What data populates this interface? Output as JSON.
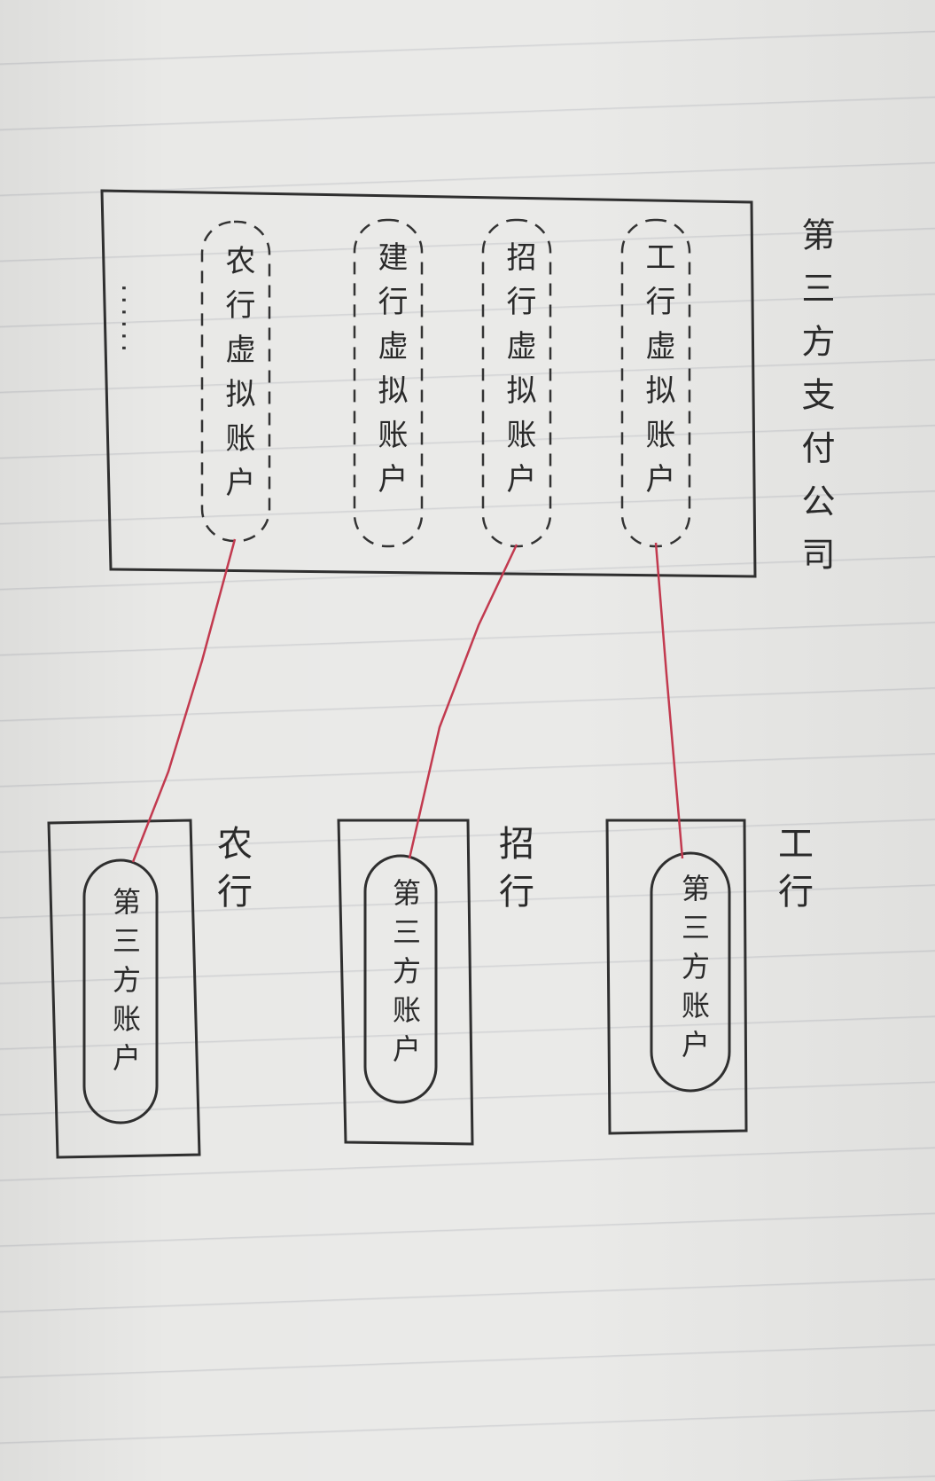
{
  "company": {
    "title": "第三方支付公司",
    "virtual_accounts": [
      {
        "label": "工行虚拟账户"
      },
      {
        "label": "招行虚拟账户"
      },
      {
        "label": "建行虚拟账户"
      },
      {
        "label": "农行虚拟账户"
      }
    ],
    "more": "......"
  },
  "banks": [
    {
      "name": "工行",
      "account": "第三方账户"
    },
    {
      "name": "招行",
      "account": "第三方账户"
    },
    {
      "name": "农行",
      "account": "第三方账户"
    }
  ],
  "colors": {
    "ink": "#2a2a2a",
    "link": "#c23a4f",
    "paper": "#e9e9e7",
    "rule": "#cfd0d2"
  }
}
